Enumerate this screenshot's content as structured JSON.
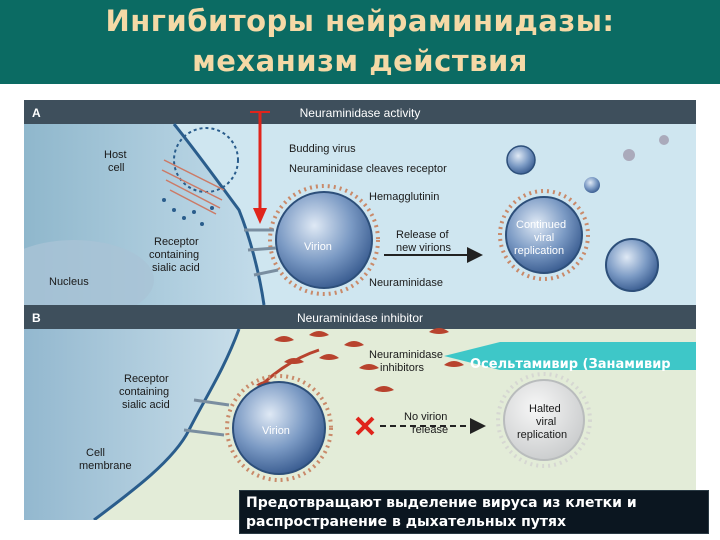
{
  "title": {
    "line1": "Ингибиторы нейраминидазы:",
    "line2": "механизм действия"
  },
  "panel_a": {
    "letter": "A",
    "header": "Neuraminidase activity",
    "labels": {
      "host_cell": "Host\ncell",
      "budding_virus": "Budding virus",
      "cleaves_receptor": "Neuraminidase cleaves receptor",
      "hemagglutinin": "Hemagglutinin",
      "receptor": "Receptor\ncontaining\nsialic acid",
      "virion": "Virion",
      "release": "Release of\nnew virions",
      "continued": "Continued\nviral\nreplication",
      "nucleus": "Nucleus",
      "neuraminidase": "Neuraminidase"
    }
  },
  "panel_b": {
    "letter": "B",
    "header": "Neuraminidase inhibitor",
    "labels": {
      "inhibitors": "Neuraminidase\ninhibitors",
      "receptor": "Receptor\ncontaining\nsialic acid",
      "virion": "Virion",
      "no_release": "No virion\nrelease",
      "halted": "Halted\nviral\nreplication",
      "cell_membrane": "Cell\nmembrane"
    }
  },
  "drug_label": "Осельтамивир (Занамивир",
  "bottom_callout": "Предотвращают выделение вируса из клетки и распространение в дыхательных путях",
  "colors": {
    "title_bg": "#0b6b63",
    "title_text": "#f5d9a6",
    "header_bar": "#3e4f5c",
    "panel_a_bg": "#cfe6f0",
    "panel_b_bg": "#e3ecd8",
    "virion": "#4a74a8",
    "inhibitor": "#b8432e",
    "red_arrow": "#e0241b",
    "drug_arrow": "#3ec7c8"
  }
}
